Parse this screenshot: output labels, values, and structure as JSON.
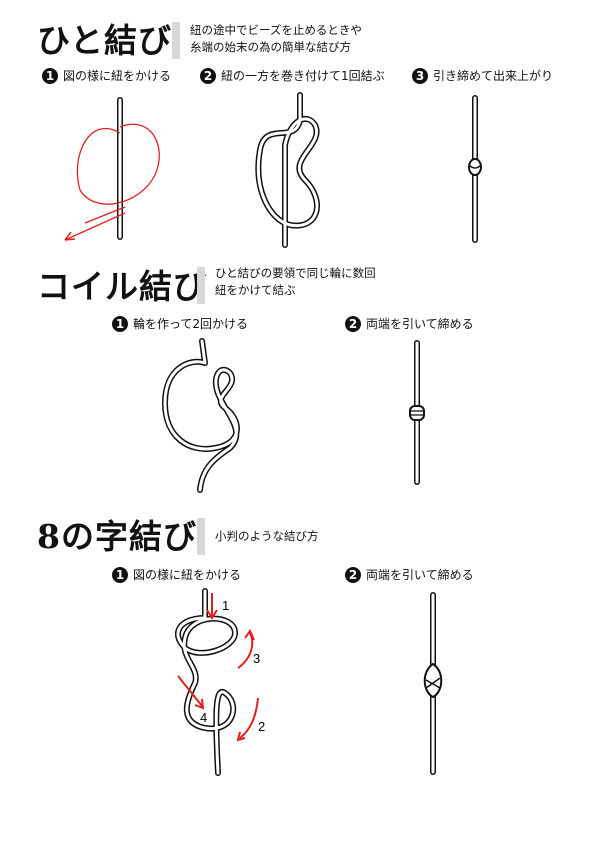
{
  "sections": [
    {
      "title": "ひと結び",
      "desc": [
        "紐の途中でビーズを止めるときや",
        "糸端の始末の為の簡単な結び方"
      ],
      "steps": [
        {
          "num": "1",
          "label": "図の様に紐をかける"
        },
        {
          "num": "2",
          "label": "紐の一方を巻き付けて1回結ぶ"
        },
        {
          "num": "3",
          "label": "引き締めて出来上がり"
        }
      ]
    },
    {
      "title": "コイル結び",
      "desc": [
        "ひと結びの要領で同じ輪に数回",
        "紐をかけて結ぶ"
      ],
      "steps": [
        {
          "num": "1",
          "label": "輪を作って2回かける"
        },
        {
          "num": "2",
          "label": "両端を引いて締める"
        }
      ]
    },
    {
      "title": "8の字結び",
      "desc": [
        "小判のような結び方"
      ],
      "steps": [
        {
          "num": "1",
          "label": "図の様に紐をかける"
        },
        {
          "num": "2",
          "label": "両端を引いて締める"
        }
      ],
      "arrow_labels": [
        "1",
        "2",
        "3",
        "4"
      ]
    }
  ],
  "colors": {
    "accent": "#e02020",
    "bar": "#d8d8dc"
  }
}
